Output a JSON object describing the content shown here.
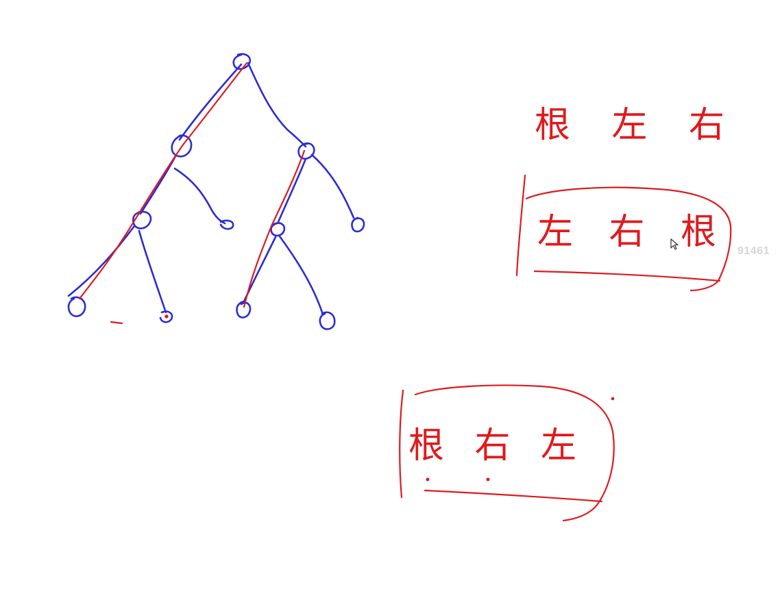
{
  "board": {
    "ink_colors": {
      "tree": "#2b2bd6",
      "highlight": "#e0191c",
      "note": "#e0191c",
      "background": "#ffffff"
    },
    "notes": [
      {
        "id": "preorder",
        "text": "根 左 右",
        "boxed": false
      },
      {
        "id": "postorder",
        "text": "左 右 根",
        "boxed": true
      },
      {
        "id": "reversed",
        "text": "根 右 左",
        "boxed": true
      }
    ],
    "watermark": "91461"
  }
}
